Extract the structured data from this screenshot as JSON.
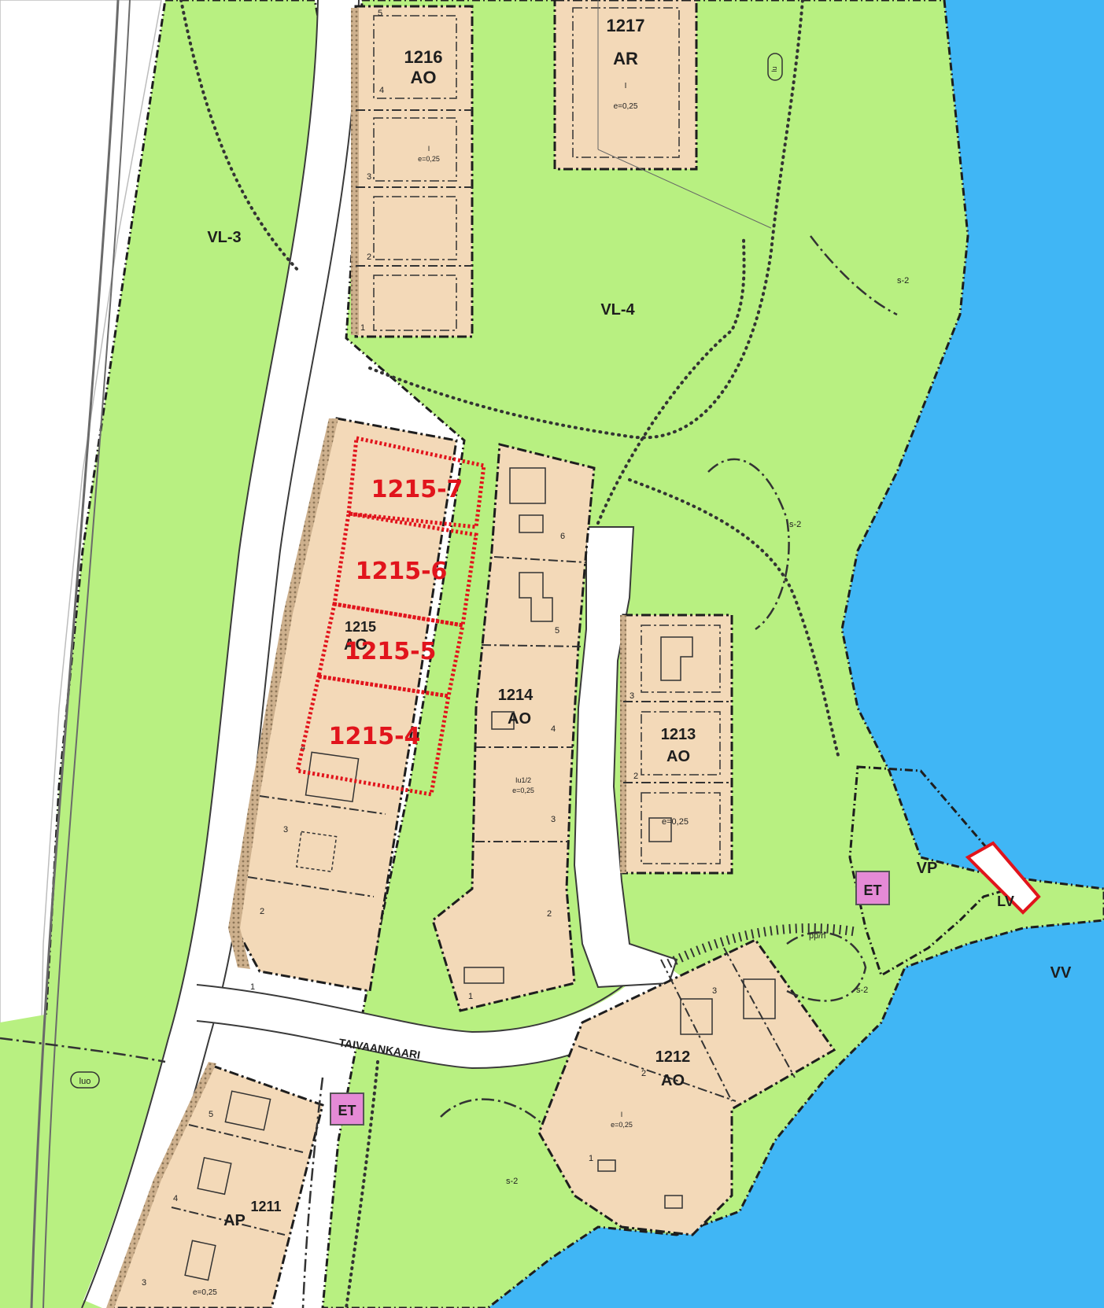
{
  "colors": {
    "water": "#40b6f5",
    "green": "#b8f081",
    "lot": "#f3d9b8",
    "road": "#ffffff",
    "pink": "#e58ad6",
    "highlight": "#e1141c",
    "line": "#2c2c2c"
  },
  "areas": {
    "vl3": "VL-3",
    "vl4": "VL-4",
    "vp": "VP",
    "vv": "VV",
    "lv": "LV",
    "et1": "ET",
    "et2": "ET"
  },
  "blocks": {
    "b1217": {
      "num": "1217",
      "use": "AR",
      "floors": "I",
      "eff": "e=0,25"
    },
    "b1216": {
      "num": "1216",
      "use": "AO",
      "floors": "I",
      "eff": "e=0,25"
    },
    "b1215": {
      "num": "1215",
      "use": "AO"
    },
    "b1214": {
      "num": "1214",
      "use": "AO",
      "floors": "Iu1/2",
      "eff": "e=0,25"
    },
    "b1213": {
      "num": "1213",
      "use": "AO",
      "eff": "e=0,25"
    },
    "b1212": {
      "num": "1212",
      "use": "AO",
      "floors": "I",
      "eff": "e=0,25"
    },
    "b1211": {
      "num": "1211",
      "use": "AP",
      "eff": "e=0,25"
    }
  },
  "highlighted_lots": [
    "1215-7",
    "1215-6",
    "1215-5",
    "1215-4"
  ],
  "street": "TAIVAANKAARI",
  "markers": {
    "s2": "s-2",
    "ppth": "pp/h",
    "luo": "luo",
    "lu": "lu"
  },
  "lot_numbers": {
    "n1216": [
      "5",
      "4",
      "3",
      "2",
      "1"
    ],
    "n1215": [
      "4",
      "3",
      "2",
      "1"
    ],
    "n1214": [
      "6",
      "5",
      "4",
      "3",
      "2",
      "1"
    ],
    "n1213": [
      "3",
      "2"
    ],
    "n1212": [
      "3",
      "2",
      "1"
    ],
    "n1211": [
      "5",
      "4",
      "3"
    ]
  }
}
